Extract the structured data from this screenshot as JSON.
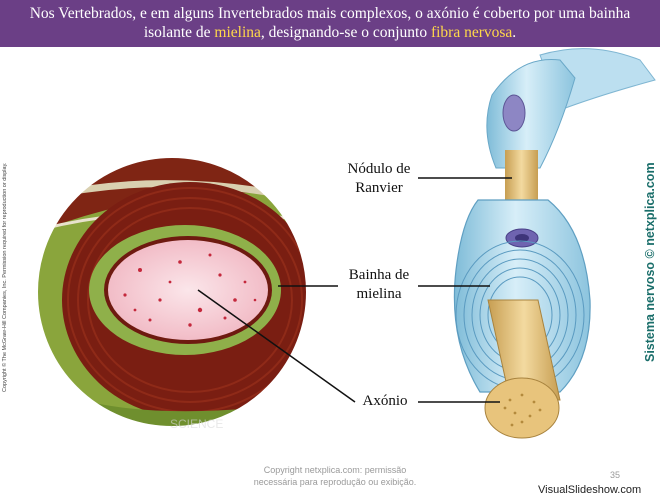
{
  "header": {
    "line1": "Nos Vertebrados, e em alguns Invertebrados mais complexos, o axónio é coberto por uma bainha",
    "line2_prefix": "isolante de ",
    "line2_highlight1": "mielina",
    "line2_middle": ", designando-se o conjunto ",
    "line2_highlight2": "fibra nervosa",
    "line2_suffix": "."
  },
  "side_copyright": "Copyright © The McGraw-Hill Companies, Inc. Permission required for reproduction or display.",
  "side_site": "Sistema nervoso © netxplica.com",
  "micrograph_watermark": "SCIENCE",
  "labels": {
    "ranvier_line1": "Nódulo de",
    "ranvier_line2": "Ranvier",
    "myelin_line1": "Bainha de",
    "myelin_line2": "mielina",
    "axon": "Axónio"
  },
  "footer": {
    "note_line1": "Copyright netxplica.com: permissão",
    "note_line2": "necessária para reprodução ou exibição.",
    "page_number": "35",
    "brand": "VisualSlideshow.com"
  },
  "colors": {
    "banner": "#6b3f86",
    "highlight": "#ffd84a",
    "myelin_micrograph": "#7a1e12",
    "cytoplasm_green": "#86a83a",
    "axon_pink": "#f3c6cf",
    "sheath_blue": "#a9d6ea",
    "axon_tan": "#e7c98a",
    "site_text": "#1a6e6a"
  }
}
